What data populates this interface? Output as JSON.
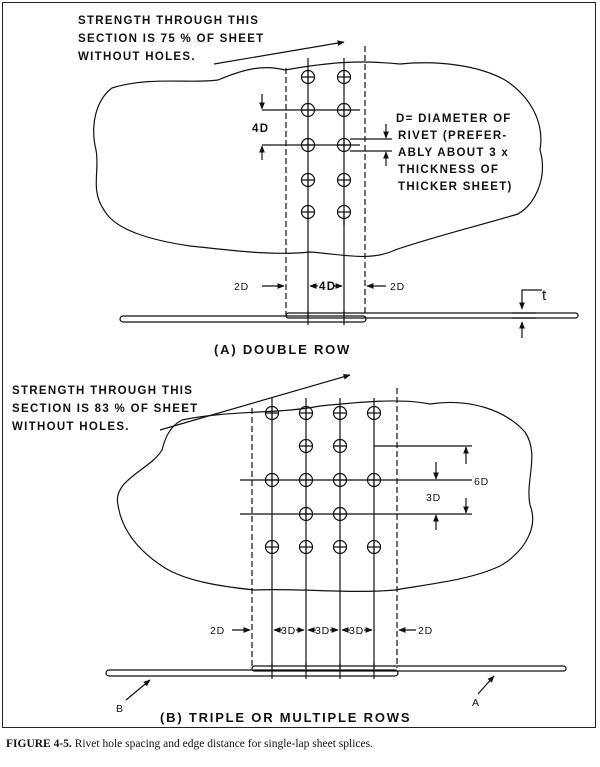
{
  "panel_a": {
    "strength_note": [
      "STRENGTH THROUGH THIS",
      "SECTION IS 75 % OF SHEET",
      "WITHOUT HOLES."
    ],
    "diameter_note": [
      "D= DIAMETER OF",
      "RIVET (PREFER-",
      "ABLY ABOUT 3 x",
      "THICKNESS OF",
      "THICKER SHEET)"
    ],
    "pitch_label": "4D",
    "edge_left": "2D",
    "row_spacing": "4D",
    "edge_right": "2D",
    "thickness_label": "t",
    "caption": "(A) DOUBLE ROW"
  },
  "panel_b": {
    "strength_note": [
      "STRENGTH THROUGH THIS",
      "SECTION IS 83 % OF SHEET",
      "WITHOUT HOLES."
    ],
    "pitch_label": "6D",
    "stagger_label": "3D",
    "edge_left": "2D",
    "row_spacings": [
      "3D",
      "3D",
      "3D"
    ],
    "edge_right": "2D",
    "sheet_b": "B",
    "sheet_a": "A",
    "caption": "(B) TRIPLE OR MULTIPLE ROWS"
  },
  "figure_caption": {
    "label": "FIGURE 4-5.",
    "text": " Rivet hole spacing and edge distance for single-lap sheet splices."
  }
}
